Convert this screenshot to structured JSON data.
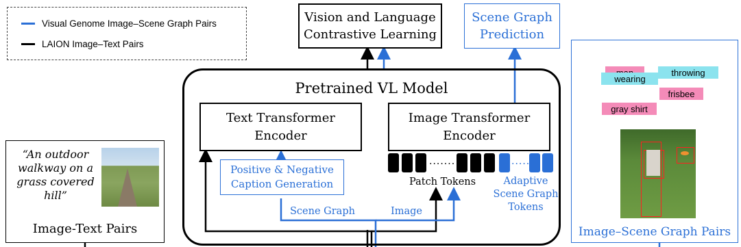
{
  "legend": {
    "vg_label": "Visual Genome Image–Scene Graph Pairs",
    "laion_label": "LAION Image–Text Pairs"
  },
  "top": {
    "vl_objective": [
      "Vision and Language",
      "Contrastive Learning"
    ],
    "sg_prediction": [
      "Scene Graph",
      "Prediction"
    ]
  },
  "model": {
    "title": "Pretrained VL Model",
    "text_encoder": [
      "Text Transformer",
      "Encoder"
    ],
    "image_encoder": [
      "Image Transformer",
      "Encoder"
    ],
    "caption_gen": [
      "Positive & Negative",
      "Caption Generation"
    ],
    "patch_tokens": "Patch Tokens",
    "adaptive_tokens": [
      "Adaptive",
      "Scene Graph",
      "Tokens"
    ],
    "scene_graph_label": "Scene Graph",
    "image_label": "Image"
  },
  "image_text": {
    "caption": [
      "“An outdoor",
      "walkway on a",
      "grass covered",
      "hill”"
    ],
    "label": "Image-Text Pairs"
  },
  "image_sg": {
    "label": "Image–Scene Graph Pairs",
    "nodes": {
      "man": "man",
      "throwing": "throwing",
      "wearing": "wearing",
      "frisbee": "frisbee",
      "gray_shirt": "gray shirt"
    }
  },
  "colors": {
    "blue": "#2a6fd6",
    "black": "#000000",
    "pink": "#f48bb8",
    "cyan": "#8be3ee"
  }
}
